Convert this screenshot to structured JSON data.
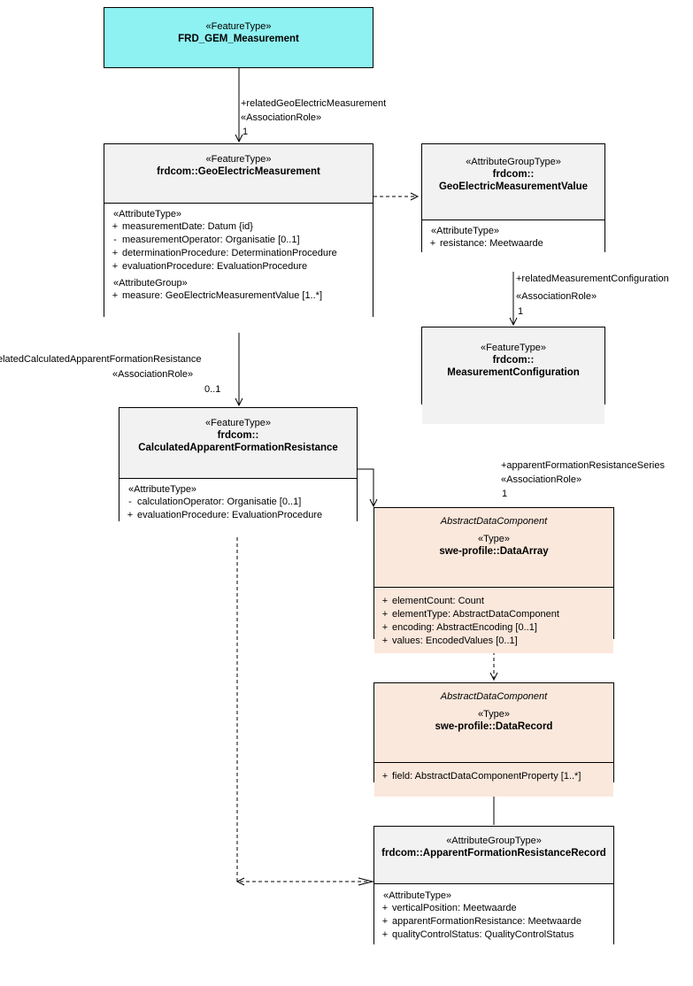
{
  "diagram": {
    "title": "FRD_GEM_Measurement UML class diagram",
    "classes": {
      "frd_gem_measurement": {
        "stereotype": "«FeatureType»",
        "name": "FRD_GEM_Measurement",
        "fill": "#8ff2f2"
      },
      "geoelectricmeasurement": {
        "stereotype": "«FeatureType»",
        "name": "frdcom::GeoElectricMeasurement",
        "groups": [
          {
            "label": "«AttributeType»",
            "rows": [
              {
                "vis": "+",
                "text": "measurementDate: Datum {id}"
              },
              {
                "vis": "-",
                "text": "measurementOperator: Organisatie [0..1]"
              },
              {
                "vis": "+",
                "text": "determinationProcedure: DeterminationProcedure"
              },
              {
                "vis": "+",
                "text": "evaluationProcedure: EvaluationProcedure"
              }
            ]
          },
          {
            "label": "«AttributeGroup»",
            "rows": [
              {
                "vis": "+",
                "text": "measure: GeoElectricMeasurementValue [1..*]"
              }
            ]
          }
        ]
      },
      "geoelectricmeasurementvalue": {
        "stereotype": "«AttributeGroupType»",
        "name_line1": "frdcom::",
        "name_line2": "GeoElectricMeasurementValue",
        "groups": [
          {
            "label": "«AttributeType»",
            "rows": [
              {
                "vis": "+",
                "text": "resistance: Meetwaarde"
              }
            ]
          }
        ]
      },
      "measurementconfiguration": {
        "stereotype": "«FeatureType»",
        "name_line1": "frdcom::",
        "name_line2": "MeasurementConfiguration"
      },
      "calculatedapparentformationresistance": {
        "stereotype": "«FeatureType»",
        "name_line1": "frdcom::",
        "name_line2": "CalculatedApparentFormationResistance",
        "groups": [
          {
            "label": "«AttributeType»",
            "rows": [
              {
                "vis": "-",
                "text": "calculationOperator: Organisatie [0..1]"
              },
              {
                "vis": "+",
                "text": "evaluationProcedure: EvaluationProcedure"
              }
            ]
          }
        ]
      },
      "dataarray": {
        "abstract": "AbstractDataComponent",
        "stereotype": "«Type»",
        "name": "swe-profile::DataArray",
        "rows": [
          {
            "vis": "+",
            "text": "elementCount: Count"
          },
          {
            "vis": "+",
            "text": "elementType: AbstractDataComponent"
          },
          {
            "vis": "+",
            "text": "encoding: AbstractEncoding [0..1]"
          },
          {
            "vis": "+",
            "text": "values: EncodedValues [0..1]"
          }
        ]
      },
      "datarecord": {
        "abstract": "AbstractDataComponent",
        "stereotype": "«Type»",
        "name": "swe-profile::DataRecord",
        "rows": [
          {
            "vis": "+",
            "text": "field: AbstractDataComponentProperty [1..*]"
          }
        ]
      },
      "apparentformationresistancerecord": {
        "stereotype": "«AttributeGroupType»",
        "name": "frdcom::ApparentFormationResistanceRecord",
        "groups": [
          {
            "label": "«AttributeType»",
            "rows": [
              {
                "vis": "+",
                "text": "verticalPosition: Meetwaarde"
              },
              {
                "vis": "+",
                "text": "apparentFormationResistance: Meetwaarde"
              },
              {
                "vis": "+",
                "text": "qualityControlStatus: QualityControlStatus"
              }
            ]
          }
        ]
      }
    },
    "connectors": [
      {
        "id": "rel-geoelectric",
        "role": "+relatedGeoElectricMeasurement",
        "stereotype": "«AssociationRole»",
        "multiplicity": "1"
      },
      {
        "id": "rel-measurementconfiguration",
        "role": "+relatedMeasurementConfiguration",
        "stereotype": "«AssociationRole»",
        "multiplicity": "1"
      },
      {
        "id": "rel-calculatedapparent",
        "role": "elatedCalculatedApparentFormationResistance",
        "stereotype": "«AssociationRole»",
        "multiplicity": "0..1"
      },
      {
        "id": "rel-apparentseries",
        "role": "+apparentFormationResistanceSeries",
        "stereotype": "«AssociationRole»",
        "multiplicity": "1"
      }
    ]
  }
}
